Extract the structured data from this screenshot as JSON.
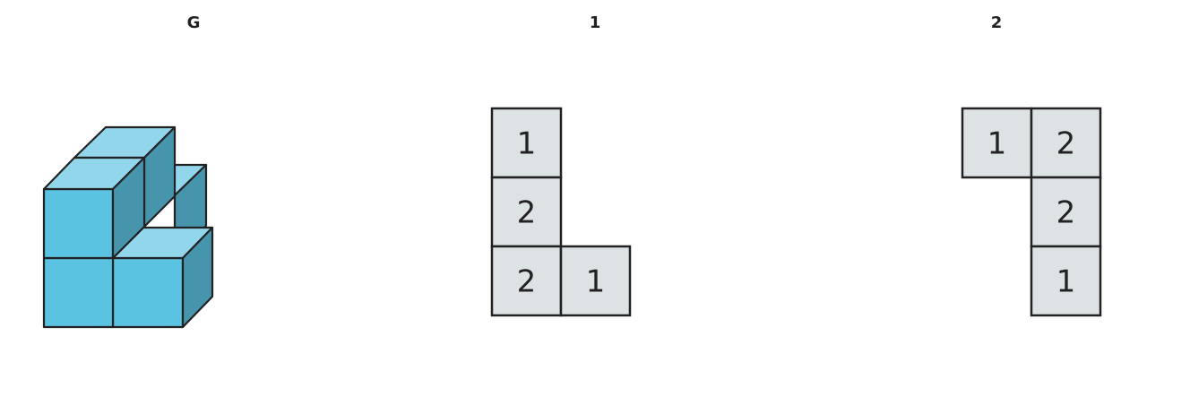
{
  "panels": [
    {
      "id": "g",
      "title": "G"
    },
    {
      "id": "view1",
      "title": "1",
      "cells": [
        {
          "row": 0,
          "col": 0,
          "value": "1"
        },
        {
          "row": 1,
          "col": 0,
          "value": "2"
        },
        {
          "row": 2,
          "col": 0,
          "value": "2"
        },
        {
          "row": 2,
          "col": 1,
          "value": "1"
        }
      ]
    },
    {
      "id": "view2",
      "title": "2",
      "cells": [
        {
          "row": 0,
          "col": 0,
          "value": "1"
        },
        {
          "row": 0,
          "col": 1,
          "value": "2"
        },
        {
          "row": 1,
          "col": 1,
          "value": "2"
        },
        {
          "row": 2,
          "col": 1,
          "value": "1"
        }
      ]
    }
  ],
  "colors": {
    "cube_front": "#5bc3e2",
    "cube_top": "#92d6ec",
    "cube_side": "#4794ad",
    "cell_fill": "#dde2e5",
    "stroke": "#222222"
  }
}
